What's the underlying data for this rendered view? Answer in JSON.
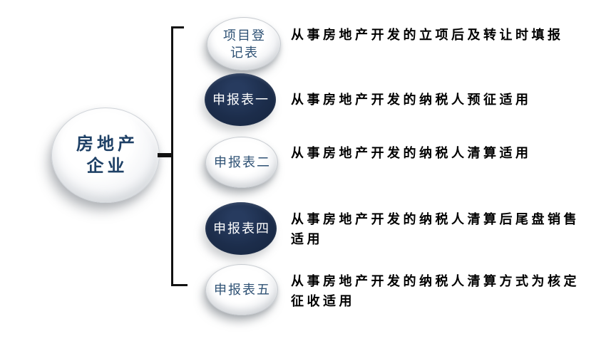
{
  "diagram": {
    "title_semantic": "land-value-added-tax real-estate filing forms diagram",
    "root": {
      "label": "房地产企业",
      "line1": "房地产",
      "line2": "企业"
    },
    "items": [
      {
        "label": "项目登记表",
        "label_line1": "项目登",
        "label_line2": "记表",
        "variant": "light",
        "desc": "从事房地产开发的立项后及转让时填报"
      },
      {
        "label": "申报表一",
        "variant": "dark",
        "desc": "从事房地产开发的纳税人预征适用"
      },
      {
        "label": "申报表二",
        "variant": "light",
        "desc": "从事房地产开发的纳税人清算适用"
      },
      {
        "label": "申报表四",
        "variant": "dark",
        "desc": "从事房地产开发的纳税人清算后尾盘销售适用"
      },
      {
        "label": "申报表五",
        "variant": "light",
        "desc": "从事房地产开发的纳税人清算方式为核定征收适用"
      }
    ],
    "colors": {
      "navy_circle": "#1c2d4b",
      "light_circle_label": "#2e5174",
      "root_label": "#1e4066",
      "description_text": "#000000",
      "connector": "#121212",
      "background": "#ffffff"
    }
  }
}
